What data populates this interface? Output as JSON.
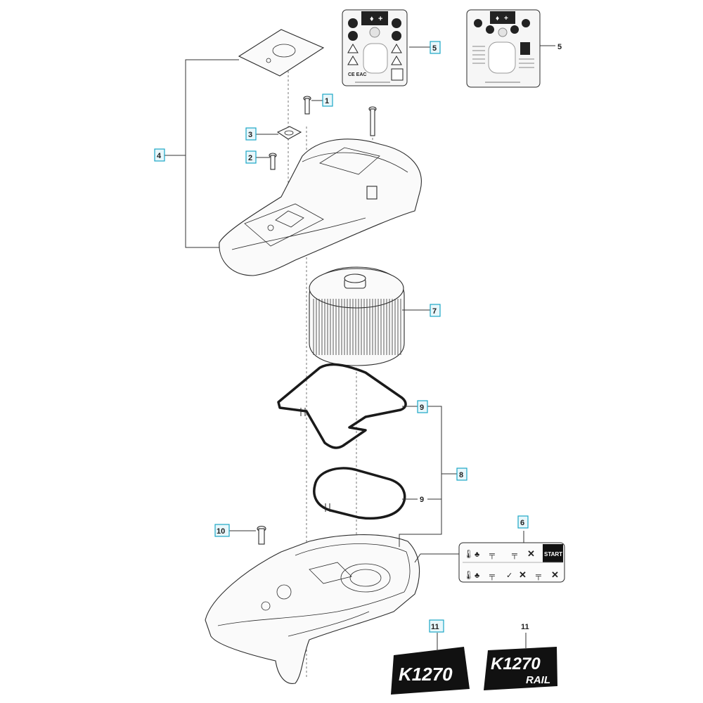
{
  "callouts": [
    {
      "id": "1",
      "boxed": true
    },
    {
      "id": "2",
      "boxed": true
    },
    {
      "id": "3",
      "boxed": true
    },
    {
      "id": "4",
      "boxed": true
    },
    {
      "id": "5",
      "boxed": true
    },
    {
      "id": "5",
      "boxed": false
    },
    {
      "id": "6",
      "boxed": true
    },
    {
      "id": "7",
      "boxed": true
    },
    {
      "id": "8",
      "boxed": true
    },
    {
      "id": "9",
      "boxed": true
    },
    {
      "id": "9",
      "boxed": false
    },
    {
      "id": "10",
      "boxed": true
    },
    {
      "id": "11",
      "boxed": true
    },
    {
      "id": "11",
      "boxed": false
    }
  ],
  "decals": {
    "model_badge": "K1270",
    "model_badge_rail_top": "K1270",
    "model_badge_rail_bottom": "RAIL",
    "start_label": "START",
    "ce_mark": "CE EAC"
  },
  "colors": {
    "callout_border": "#1ba6c6",
    "callout_fill": "#e8f7fb",
    "ink": "#222222",
    "badge_fill": "#111111"
  }
}
